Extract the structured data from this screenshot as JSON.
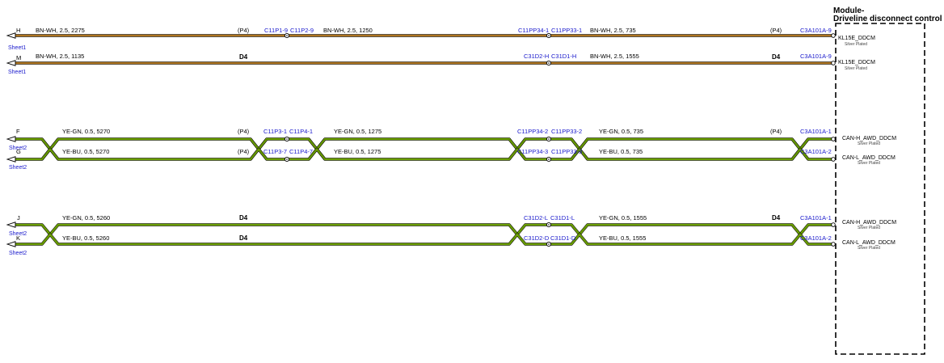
{
  "module": {
    "title_line1": "Module-",
    "title_line2": "Driveline disconnect control",
    "pins": [
      {
        "name": "KL15E_DDCM",
        "plating": "Silver Plated"
      },
      {
        "name": "KL15E_DDCM",
        "plating": "Silver Plated"
      },
      {
        "name": "CAN-H_AWD_DDCM",
        "plating": "Silver Plated"
      },
      {
        "name": "CAN-L_AWD_DDCM",
        "plating": "Silver Plated"
      },
      {
        "name": "CAN-H_AWD_DDCM",
        "plating": "Silver Plated"
      },
      {
        "name": "CAN-L_AWD_DDCM",
        "plating": "Silver Plated"
      }
    ]
  },
  "colors": {
    "brown_wire": "#e89a2a",
    "green_wire": "#8fd400",
    "pin_blue": "#1a1acc",
    "frame": "#000000"
  },
  "wires": [
    {
      "id": "H",
      "sheet": "Sheet1",
      "color": "brown",
      "seg1": "BN-WH,  2.5,  2275",
      "tag1": "(P4)",
      "c1a": "C11P1-9",
      "c1b": "C11P2-9",
      "seg2": "BN-WH,  2.5,  1250",
      "c2a": "C11PP34-1",
      "c2b": "C11PP33-1",
      "seg3": "BN-WH,  2.5,  735",
      "tag3": "(P4)",
      "end": "C3A101A-9"
    },
    {
      "id": "M",
      "sheet": "Sheet1",
      "color": "brown",
      "seg1": "BN-WH,  2.5,  1135",
      "tag1": "D4",
      "c2a": "C31D2-H",
      "c2b": "C31D1-H",
      "seg3": "BN-WH,  2.5,  1555",
      "tag3": "D4",
      "end": "C3A101A-9"
    },
    {
      "id": "F",
      "sheet": "Sheet2",
      "color": "green",
      "seg1": "YE-GN,  0.5,  5270",
      "tag1": "(P4)",
      "c1a": "C11P3-1",
      "c1b": "C11P4-1",
      "seg2": "YE-GN,  0.5,  1275",
      "c2a": "C11PP34-2",
      "c2b": "C11PP33-2",
      "seg3": "YE-GN,  0.5,  735",
      "tag3": "(P4)",
      "end": "C3A101A-1"
    },
    {
      "id": "G",
      "sheet": "Sheet2",
      "color": "green",
      "seg1": "YE-BU,  0.5,  5270",
      "tag1": "(P4)",
      "c1a": "C11P3-7",
      "c1b": "C11P4-7",
      "seg2": "YE-BU,  0.5,  1275",
      "c2a": "C11PP34-3",
      "c2b": "C11PP33-3",
      "seg3": "YE-BU,  0.5,  735",
      "end": "C3A101A-2"
    },
    {
      "id": "J",
      "sheet": "Sheet2",
      "color": "green",
      "seg1": "YE-GN,  0.5,  5260",
      "tag1": "D4",
      "c2a": "C31D2-L",
      "c2b": "C31D1-L",
      "seg3": "YE-GN,  0.5,  1555",
      "tag3": "D4",
      "end": "C3A101A-1"
    },
    {
      "id": "K",
      "sheet": "Sheet2",
      "color": "green",
      "seg1": "YE-BU,  0.5,  5260",
      "tag1": "D4",
      "c2a": "C31D2-D",
      "c2b": "C31D1-D",
      "seg3": "YE-BU,  0.5,  1555",
      "end": "C3A101A-2"
    }
  ]
}
